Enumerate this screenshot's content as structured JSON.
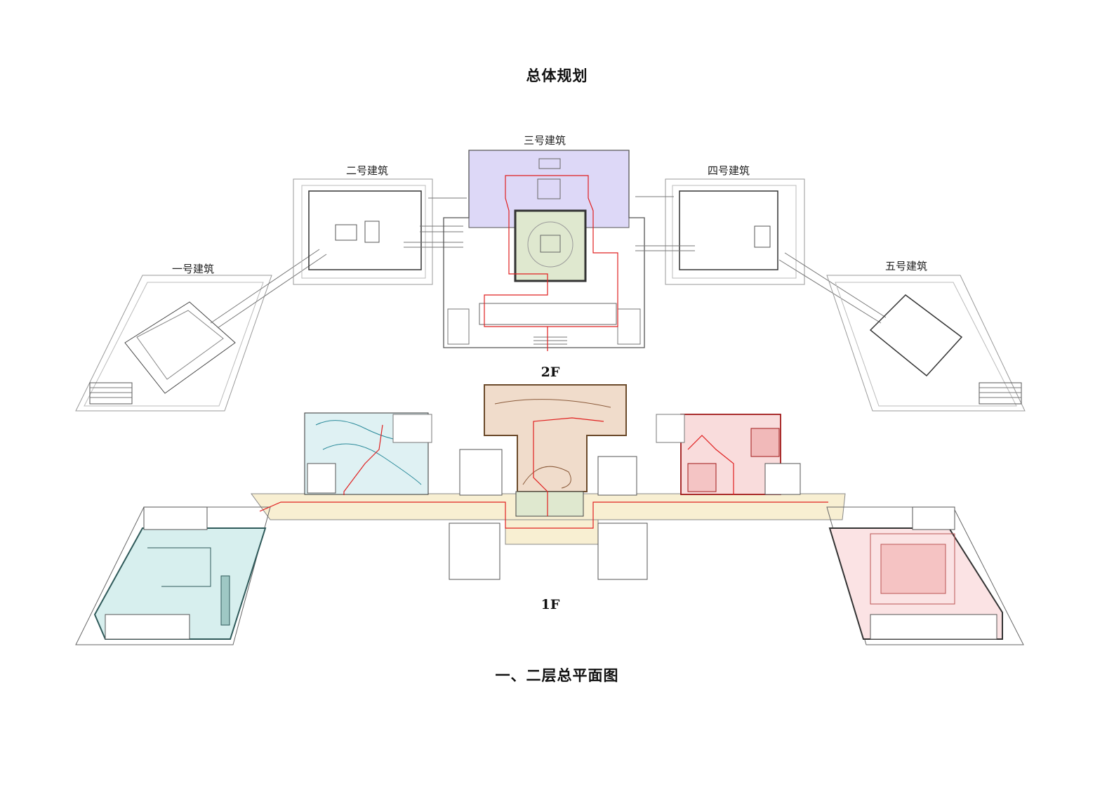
{
  "page_title": "总体规划",
  "caption": "一、二层总平面图",
  "floors": {
    "upper": "2F",
    "lower": "1F"
  },
  "buildings": {
    "b1": "一号建筑",
    "b2": "二号建筑",
    "b3": "三号建筑",
    "b4": "四号建筑",
    "b5": "五号建筑"
  },
  "colors": {
    "b3_zone": "#ddd8f7",
    "courtyard": "#dfe8cf",
    "b2_1f": "#dff1f3",
    "b1_1f": "#d7efee",
    "b3_1f": "#f0dccb",
    "b4_1f": "#f9dcdc",
    "b5_1f": "#fbe3e4",
    "corridor": "#f8efd2",
    "route": "#e02020",
    "line": "#555555"
  }
}
